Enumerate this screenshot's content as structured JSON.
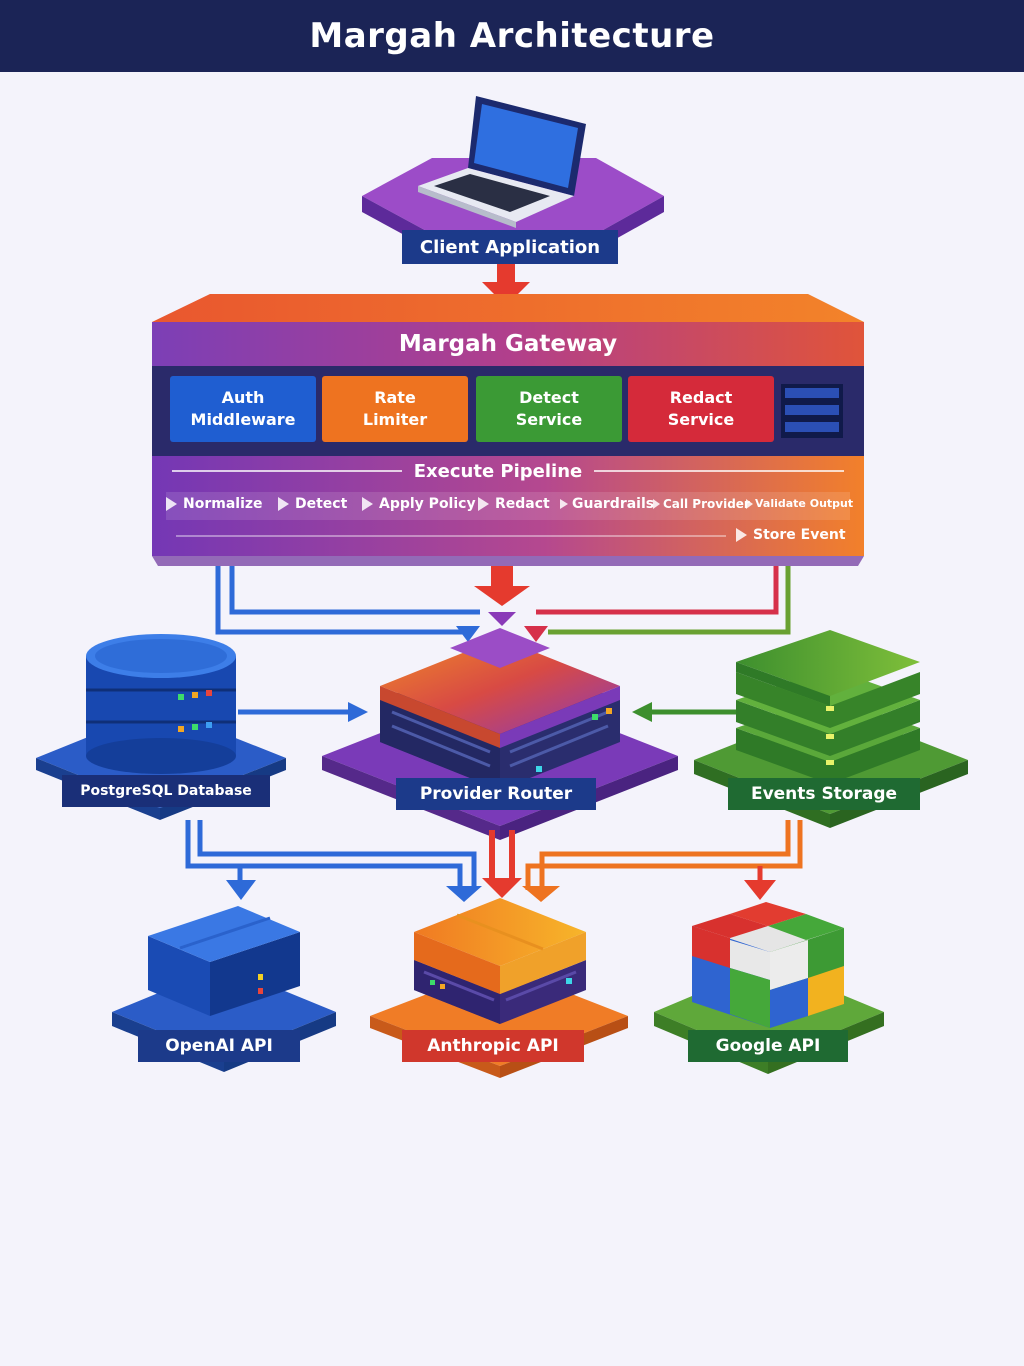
{
  "header": {
    "title": "Margah Architecture"
  },
  "client": {
    "label": "Client Application"
  },
  "gateway": {
    "title": "Margah Gateway",
    "services": [
      {
        "line1": "Auth",
        "line2": "Middleware",
        "color": "#1f5ed1"
      },
      {
        "line1": "Rate",
        "line2": "Limiter",
        "color": "#ee7320"
      },
      {
        "line1": "Detect",
        "line2": "Service",
        "color": "#3b9a35"
      },
      {
        "line1": "Redact",
        "line2": "Service",
        "color": "#d52a3a"
      }
    ],
    "pipeline": {
      "title": "Execute Pipeline",
      "steps": [
        "Normalize",
        "Detect",
        "Apply Policy",
        "Redact",
        "Guardrails",
        "Call Provider",
        "Validate Output",
        "Store Event"
      ]
    }
  },
  "middle": {
    "database": "PostgreSQL Database",
    "router": "Provider Router",
    "events": "Events Storage"
  },
  "providers": {
    "openai": "OpenAI API",
    "anthropic": "Anthropic API",
    "google": "Google API"
  },
  "colors": {
    "navy": "#1b2456",
    "blue": "#1f5ed1",
    "orange": "#ee7320",
    "green": "#3b9a35",
    "red": "#d52a3a",
    "purple": "#7a3db8"
  }
}
